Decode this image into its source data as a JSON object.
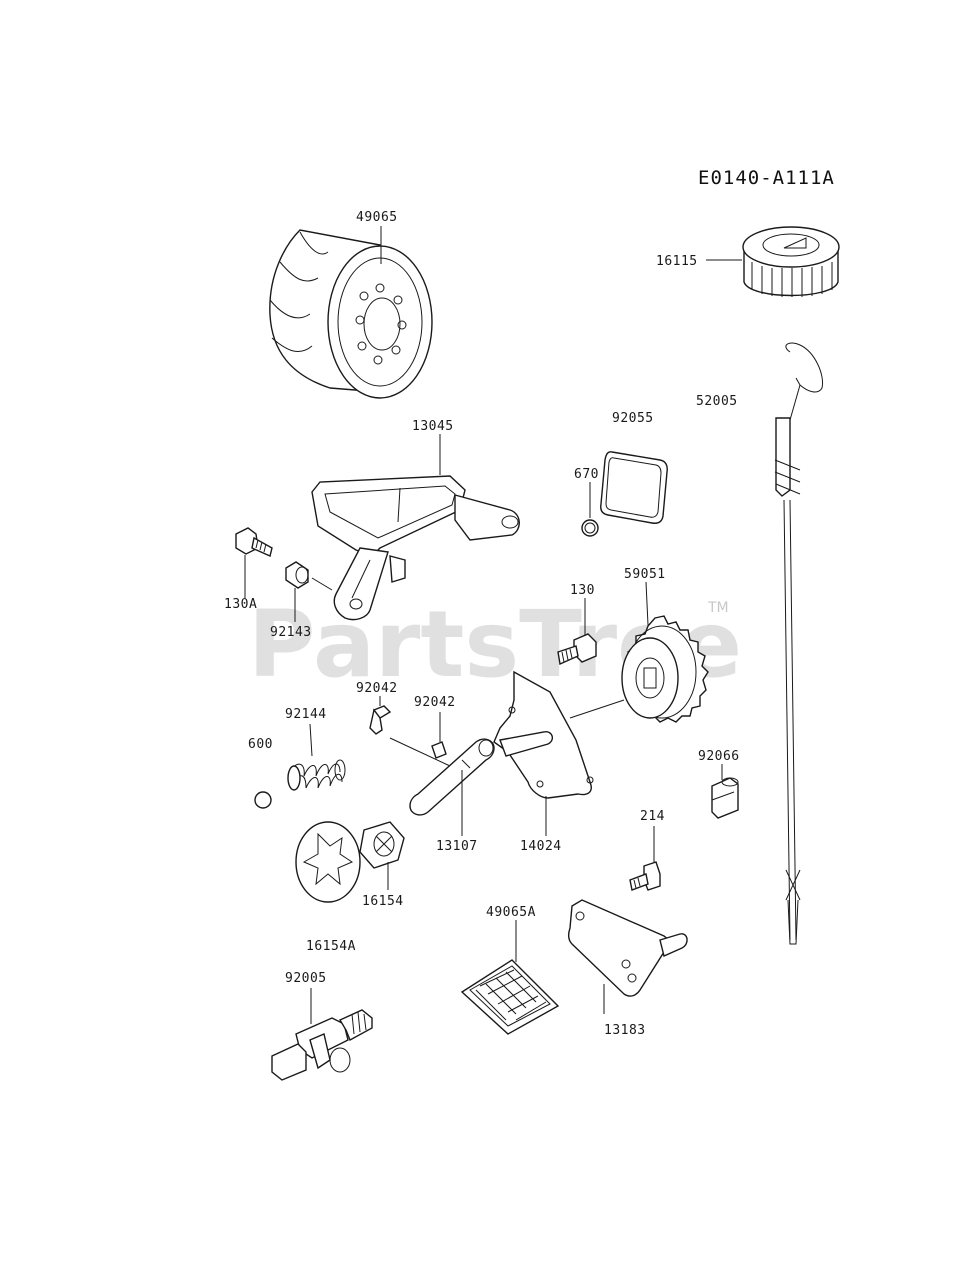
{
  "diagram": {
    "drawing_code": "E0140-A111A",
    "watermark": "PartsTree",
    "watermark_tm": "TM",
    "parts": [
      {
        "id": "49065",
        "label": "49065",
        "name": "oil-filter"
      },
      {
        "id": "16115",
        "label": "16115",
        "name": "oil-filler-cap"
      },
      {
        "id": "52005",
        "label": "52005",
        "name": "dipstick"
      },
      {
        "id": "92055",
        "label": "92055",
        "name": "gasket"
      },
      {
        "id": "13045",
        "label": "13045",
        "name": "oil-pan-bracket"
      },
      {
        "id": "670",
        "label": "670",
        "name": "o-ring"
      },
      {
        "id": "130A",
        "label": "130A",
        "name": "bolt-130a"
      },
      {
        "id": "92143",
        "label": "92143",
        "name": "collar"
      },
      {
        "id": "130",
        "label": "130",
        "name": "bolt-130"
      },
      {
        "id": "59051",
        "label": "59051",
        "name": "gear"
      },
      {
        "id": "92042",
        "label": "92042",
        "name": "pin-left"
      },
      {
        "id": "92042b",
        "label": "92042",
        "name": "pin-right"
      },
      {
        "id": "92144",
        "label": "92144",
        "name": "spring"
      },
      {
        "id": "600",
        "label": "600",
        "name": "ball"
      },
      {
        "id": "92066",
        "label": "92066",
        "name": "plug"
      },
      {
        "id": "13107",
        "label": "13107",
        "name": "shaft"
      },
      {
        "id": "14024",
        "label": "14024",
        "name": "cover-plate"
      },
      {
        "id": "214",
        "label": "214",
        "name": "screw"
      },
      {
        "id": "16154",
        "label": "16154",
        "name": "rotor"
      },
      {
        "id": "49065A",
        "label": "49065A",
        "name": "screen-filter"
      },
      {
        "id": "16154A",
        "label": "16154A",
        "name": "pump-assembly"
      },
      {
        "id": "92005",
        "label": "92005",
        "name": "fitting"
      },
      {
        "id": "13183",
        "label": "13183",
        "name": "plate"
      }
    ]
  }
}
